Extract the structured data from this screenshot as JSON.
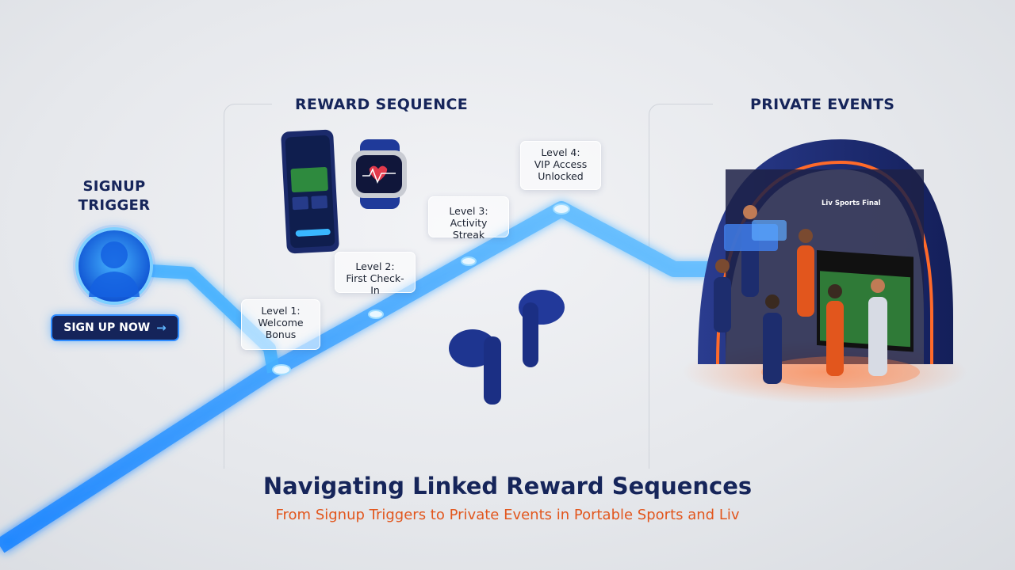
{
  "signup": {
    "heading_line1": "SIGNUP",
    "heading_line2": "TRIGGER",
    "button_label": "SIGN UP NOW",
    "button_arrow": "→"
  },
  "reward_sequence": {
    "heading": "REWARD SEQUENCE",
    "levels": [
      {
        "name": "Level 1:",
        "desc_line1": "Welcome",
        "desc_line2": "Bonus"
      },
      {
        "name": "Level 2:",
        "desc_line1": "First Check-In",
        "desc_line2": ""
      },
      {
        "name": "Level 3:",
        "desc_line1": "Activity Streak",
        "desc_line2": ""
      },
      {
        "name": "Level 4:",
        "desc_line1": "VIP Access",
        "desc_line2": "Unlocked"
      }
    ]
  },
  "private_events": {
    "heading": "PRIVATE EVENTS",
    "screen_caption": "Liv Sports Final"
  },
  "footer": {
    "title": "Navigating Linked Reward Sequences",
    "subtitle": "From Signup Triggers to Private Events in Portable Sports and Liv"
  },
  "colors": {
    "navy": "#16255a",
    "path_blue": "#3aa6ff",
    "accent_orange": "#e2561d"
  },
  "icons": [
    "user-silhouette-icon",
    "arrow-right-icon",
    "smartphone-icon",
    "smartwatch-icon",
    "earbuds-icon",
    "event-dome-icon"
  ]
}
